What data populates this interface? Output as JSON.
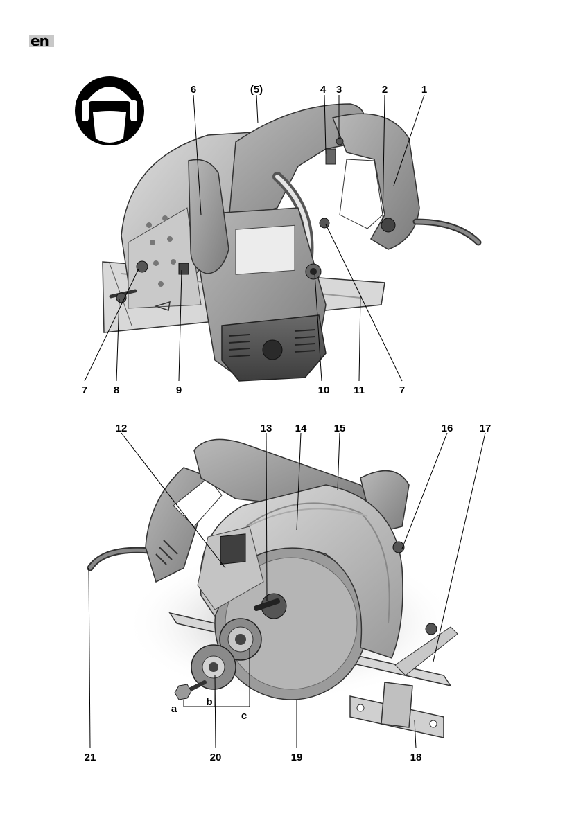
{
  "header": {
    "language": "en"
  },
  "figure_top": {
    "icon": "eye-and-ear-protection-icon",
    "callouts": {
      "c1": "1",
      "c2": "2",
      "c3": "3",
      "c4": "4",
      "c5": "(5)",
      "c6": "6",
      "c7a": "7",
      "c7b": "7",
      "c8": "8",
      "c9": "9",
      "c10": "10",
      "c11": "11"
    }
  },
  "figure_bottom": {
    "callouts": {
      "c12": "12",
      "c13": "13",
      "c14": "14",
      "c15": "15",
      "c16": "16",
      "c17": "17",
      "c18": "18",
      "c19": "19",
      "c20": "20",
      "c21": "21",
      "ca": "a",
      "cb": "b",
      "cc": "c"
    }
  }
}
